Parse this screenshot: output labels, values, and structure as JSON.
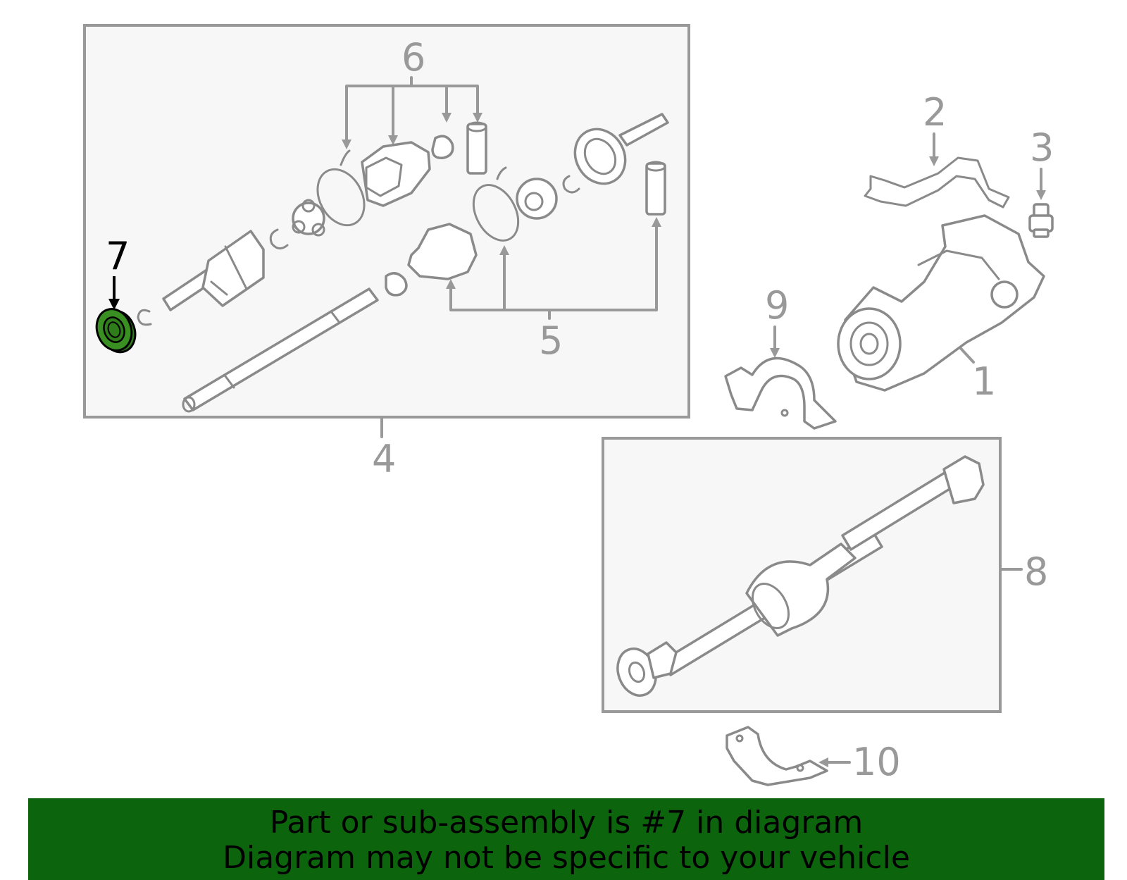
{
  "callouts": {
    "c1": "1",
    "c2": "2",
    "c3": "3",
    "c4": "4",
    "c5": "5",
    "c6": "6",
    "c7": "7",
    "c8": "8",
    "c9": "9",
    "c10": "10"
  },
  "highlighted_part": "7",
  "colors": {
    "highlight_fill": "#2e7d1a",
    "banner_background": "#0c650c",
    "line_gray": "#999999",
    "box_fill": "#f7f7f7"
  },
  "banner": {
    "line1": "Part or sub-assembly is #7 in diagram",
    "line2": "Diagram may not be specific to your vehicle"
  }
}
